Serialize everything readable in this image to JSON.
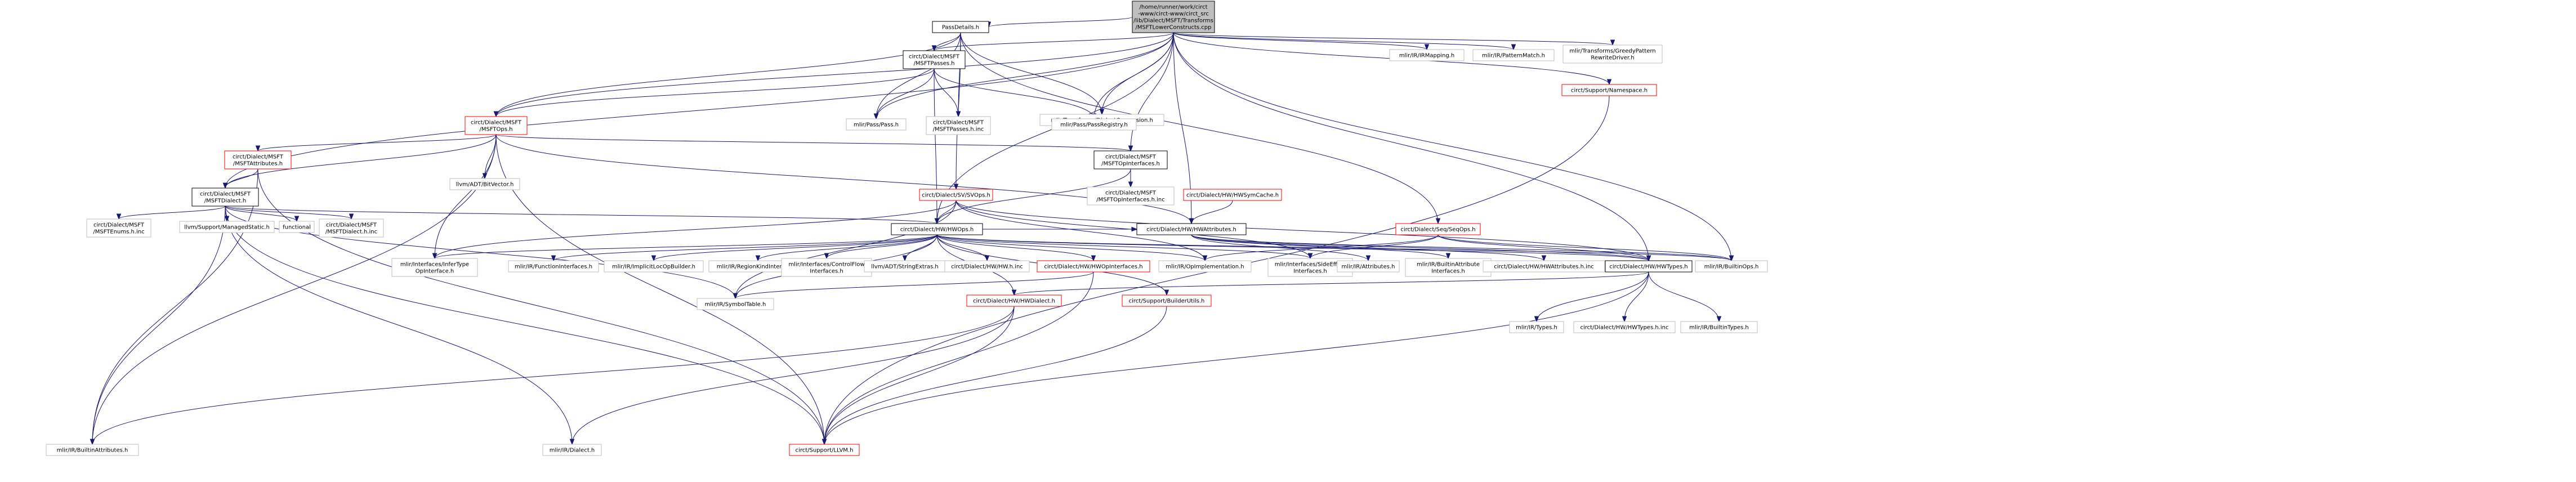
{
  "colors": {
    "edge": "#191970",
    "root_fill": "#bfbfbf",
    "normal_border": "#000000",
    "incomplete_border": "#ff0000",
    "external_border": "#bfbfbf",
    "background": "#ffffff"
  },
  "nodes": [
    {
      "id": "root",
      "lines": [
        "/home/runner/work/circt",
        "-www/circt-www/circt_src",
        "/lib/Dialect/MSFT/Transforms",
        "/MSFTLowerConstructs.cpp"
      ],
      "style": "root"
    },
    {
      "id": "passdetails",
      "lines": [
        "PassDetails.h"
      ],
      "style": "link"
    },
    {
      "id": "irmapping",
      "lines": [
        "mlir/IR/IRMapping.h"
      ],
      "style": "ext"
    },
    {
      "id": "patternmatch",
      "lines": [
        "mlir/IR/PatternMatch.h"
      ],
      "style": "ext"
    },
    {
      "id": "greedy",
      "lines": [
        "mlir/Transforms/GreedyPattern",
        "RewriteDriver.h"
      ],
      "style": "ext"
    },
    {
      "id": "namespace",
      "lines": [
        "circt/Support/Namespace.h"
      ],
      "style": "red"
    },
    {
      "id": "msftpasses",
      "lines": [
        "circt/Dialect/MSFT",
        "/MSFTPasses.h"
      ],
      "style": "link"
    },
    {
      "id": "dialectconv",
      "lines": [
        "mlir/Transforms/DialectConversion.h"
      ],
      "style": "ext"
    },
    {
      "id": "msftops",
      "lines": [
        "circt/Dialect/MSFT",
        "/MSFTOps.h"
      ],
      "style": "red"
    },
    {
      "id": "pass",
      "lines": [
        "mlir/Pass/Pass.h"
      ],
      "style": "ext"
    },
    {
      "id": "msftpassesinc",
      "lines": [
        "circt/Dialect/MSFT",
        "/MSFTPasses.h.inc"
      ],
      "style": "ext"
    },
    {
      "id": "passregistry",
      "lines": [
        "mlir/Pass/PassRegistry.h"
      ],
      "style": "ext"
    },
    {
      "id": "msftattrs",
      "lines": [
        "circt/Dialect/MSFT",
        "/MSFTAttributes.h"
      ],
      "style": "red"
    },
    {
      "id": "bitvector",
      "lines": [
        "llvm/ADT/BitVector.h"
      ],
      "style": "ext"
    },
    {
      "id": "msftopifaces",
      "lines": [
        "circt/Dialect/MSFT",
        "/MSFTOpInterfaces.h"
      ],
      "style": "link"
    },
    {
      "id": "msftdialect",
      "lines": [
        "circt/Dialect/MSFT",
        "/MSFTDialect.h"
      ],
      "style": "link"
    },
    {
      "id": "msftopifacesinc",
      "lines": [
        "circt/Dialect/MSFT",
        "/MSFTOpInterfaces.h.inc"
      ],
      "style": "ext"
    },
    {
      "id": "hwsymcache",
      "lines": [
        "circt/Dialect/HW/HWSymCache.h"
      ],
      "style": "red"
    },
    {
      "id": "svops",
      "lines": [
        "circt/Dialect/SV/SVOps.h"
      ],
      "style": "red"
    },
    {
      "id": "seqops",
      "lines": [
        "circt/Dialect/Seq/SeqOps.h"
      ],
      "style": "red"
    },
    {
      "id": "msftenums",
      "lines": [
        "circt/Dialect/MSFT",
        "/MSFTEnums.h.inc"
      ],
      "style": "ext"
    },
    {
      "id": "managedstatic",
      "lines": [
        "llvm/Support/ManagedStatic.h"
      ],
      "style": "ext"
    },
    {
      "id": "functional",
      "lines": [
        "functional"
      ],
      "style": "ext"
    },
    {
      "id": "msftdialectinc",
      "lines": [
        "circt/Dialect/MSFT",
        "/MSFTDialect.h.inc"
      ],
      "style": "ext"
    },
    {
      "id": "hwops",
      "lines": [
        "circt/Dialect/HW/HWOps.h"
      ],
      "style": "link"
    },
    {
      "id": "hwattrs",
      "lines": [
        "circt/Dialect/HW/HWAttributes.h"
      ],
      "style": "link"
    },
    {
      "id": "infertype",
      "lines": [
        "mlir/Interfaces/InferType",
        "OpInterface.h"
      ],
      "style": "ext"
    },
    {
      "id": "funcifaces",
      "lines": [
        "mlir/IR/FunctionInterfaces.h"
      ],
      "style": "ext"
    },
    {
      "id": "implicitloc",
      "lines": [
        "mlir/IR/ImplicitLocOpBuilder.h"
      ],
      "style": "ext"
    },
    {
      "id": "regionkind",
      "lines": [
        "mlir/IR/RegionKindInterface.h"
      ],
      "style": "ext"
    },
    {
      "id": "controlflow",
      "lines": [
        "mlir/Interfaces/ControlFlow",
        "Interfaces.h"
      ],
      "style": "ext"
    },
    {
      "id": "stringextras",
      "lines": [
        "llvm/ADT/StringExtras.h"
      ],
      "style": "ext"
    },
    {
      "id": "hwhinc",
      "lines": [
        "circt/Dialect/HW/HW.h.inc"
      ],
      "style": "ext"
    },
    {
      "id": "hwopifaces",
      "lines": [
        "circt/Dialect/HW/HWOpInterfaces.h"
      ],
      "style": "red"
    },
    {
      "id": "opimpl",
      "lines": [
        "mlir/IR/OpImplementation.h"
      ],
      "style": "ext"
    },
    {
      "id": "sideeffect",
      "lines": [
        "mlir/Interfaces/SideEffect",
        "Interfaces.h"
      ],
      "style": "ext"
    },
    {
      "id": "irattrs",
      "lines": [
        "mlir/IR/Attributes.h"
      ],
      "style": "ext"
    },
    {
      "id": "builtinattrifaces",
      "lines": [
        "mlir/IR/BuiltinAttribute",
        "Interfaces.h"
      ],
      "style": "ext"
    },
    {
      "id": "hwattrsinc",
      "lines": [
        "circt/Dialect/HW/HWAttributes.h.inc"
      ],
      "style": "ext"
    },
    {
      "id": "hwtypes",
      "lines": [
        "circt/Dialect/HW/HWTypes.h"
      ],
      "style": "link"
    },
    {
      "id": "builtinops",
      "lines": [
        "mlir/IR/BuiltinOps.h"
      ],
      "style": "ext"
    },
    {
      "id": "symboltable",
      "lines": [
        "mlir/IR/SymbolTable.h"
      ],
      "style": "ext"
    },
    {
      "id": "hwdialect",
      "lines": [
        "circt/Dialect/HW/HWDialect.h"
      ],
      "style": "red"
    },
    {
      "id": "builderutils",
      "lines": [
        "circt/Support/BuilderUtils.h"
      ],
      "style": "red"
    },
    {
      "id": "irtypes",
      "lines": [
        "mlir/IR/Types.h"
      ],
      "style": "ext"
    },
    {
      "id": "hwtypesinc",
      "lines": [
        "circt/Dialect/HW/HWTypes.h.inc"
      ],
      "style": "ext"
    },
    {
      "id": "builtintypes",
      "lines": [
        "mlir/IR/BuiltinTypes.h"
      ],
      "style": "ext"
    },
    {
      "id": "builtinattrs",
      "lines": [
        "mlir/IR/BuiltinAttributes.h"
      ],
      "style": "ext"
    },
    {
      "id": "irdialect",
      "lines": [
        "mlir/IR/Dialect.h"
      ],
      "style": "ext"
    },
    {
      "id": "llvmh",
      "lines": [
        "circt/Support/LLVM.h"
      ],
      "style": "red"
    }
  ],
  "edges": [
    [
      "root",
      "passdetails"
    ],
    [
      "root",
      "irmapping"
    ],
    [
      "root",
      "patternmatch"
    ],
    [
      "root",
      "greedy"
    ],
    [
      "root",
      "namespace"
    ],
    [
      "root",
      "msftpasses"
    ],
    [
      "root",
      "dialectconv"
    ],
    [
      "root",
      "msftops"
    ],
    [
      "root",
      "pass"
    ],
    [
      "root",
      "passregistry"
    ],
    [
      "root",
      "msftopifaces"
    ],
    [
      "root",
      "msftdialect"
    ],
    [
      "root",
      "hwops"
    ],
    [
      "root",
      "hwattrs"
    ],
    [
      "root",
      "hwtypes"
    ],
    [
      "root",
      "builtinops"
    ],
    [
      "passdetails",
      "msftpasses"
    ],
    [
      "passdetails",
      "msftops"
    ],
    [
      "passdetails",
      "pass"
    ],
    [
      "passdetails",
      "dialectconv"
    ],
    [
      "passdetails",
      "msftpassesinc"
    ],
    [
      "passdetails",
      "svops"
    ],
    [
      "passdetails",
      "seqops"
    ],
    [
      "msftpasses",
      "msftops"
    ],
    [
      "msftpasses",
      "pass"
    ],
    [
      "msftpasses",
      "passregistry"
    ],
    [
      "msftpasses",
      "msftpassesinc"
    ],
    [
      "msftpasses",
      "hwops"
    ],
    [
      "msftops",
      "msftattrs"
    ],
    [
      "msftops",
      "bitvector"
    ],
    [
      "msftops",
      "msftopifaces"
    ],
    [
      "msftops",
      "msftdialect"
    ],
    [
      "msftops",
      "hwattrs"
    ],
    [
      "msftops",
      "infertype"
    ],
    [
      "msftops",
      "builtinattrs"
    ],
    [
      "msftops",
      "llvmh"
    ],
    [
      "msftattrs",
      "msftdialect"
    ],
    [
      "msftattrs",
      "builtinattrs"
    ],
    [
      "msftattrs",
      "llvmh"
    ],
    [
      "msftopifaces",
      "msftopifacesinc"
    ],
    [
      "msftopifaces",
      "hwops"
    ],
    [
      "hwsymcache",
      "hwattrs"
    ],
    [
      "msftdialect",
      "msftenums"
    ],
    [
      "msftdialect",
      "managedstatic"
    ],
    [
      "msftdialect",
      "functional"
    ],
    [
      "msftdialect",
      "msftdialectinc"
    ],
    [
      "msftdialect",
      "hwops"
    ],
    [
      "msftdialect",
      "builtinattrs"
    ],
    [
      "msftdialect",
      "irdialect"
    ],
    [
      "msftdialect",
      "llvmh"
    ],
    [
      "msftdialect",
      "symboltable"
    ],
    [
      "svops",
      "hwops"
    ],
    [
      "svops",
      "hwtypes"
    ],
    [
      "svops",
      "infertype"
    ],
    [
      "svops",
      "opimpl"
    ],
    [
      "svops",
      "symboltable"
    ],
    [
      "svops",
      "sideeffect"
    ],
    [
      "seqops",
      "opimpl"
    ],
    [
      "seqops",
      "sideeffect"
    ],
    [
      "seqops",
      "hwtypes"
    ],
    [
      "seqops",
      "builtinops"
    ],
    [
      "hwops",
      "infertype"
    ],
    [
      "hwops",
      "funcifaces"
    ],
    [
      "hwops",
      "implicitloc"
    ],
    [
      "hwops",
      "regionkind"
    ],
    [
      "hwops",
      "controlflow"
    ],
    [
      "hwops",
      "stringextras"
    ],
    [
      "hwops",
      "hwhinc"
    ],
    [
      "hwops",
      "hwopifaces"
    ],
    [
      "hwops",
      "opimpl"
    ],
    [
      "hwops",
      "sideeffect"
    ],
    [
      "hwops",
      "hwtypes"
    ],
    [
      "hwops",
      "hwattrs"
    ],
    [
      "hwops",
      "builtinops"
    ],
    [
      "hwops",
      "symboltable"
    ],
    [
      "hwops",
      "hwdialect"
    ],
    [
      "hwops",
      "builderutils"
    ],
    [
      "hwattrs",
      "irattrs"
    ],
    [
      "hwattrs",
      "builtinattrifaces"
    ],
    [
      "hwattrs",
      "hwattrsinc"
    ],
    [
      "hwattrs",
      "hwtypes"
    ],
    [
      "hwattrs",
      "builtinops"
    ],
    [
      "hwopifaces",
      "symboltable"
    ],
    [
      "hwopifaces",
      "llvmh"
    ],
    [
      "hwtypes",
      "irtypes"
    ],
    [
      "hwtypes",
      "hwtypesinc"
    ],
    [
      "hwtypes",
      "builtintypes"
    ],
    [
      "hwtypes",
      "hwdialect"
    ],
    [
      "hwtypes",
      "llvmh"
    ],
    [
      "hwdialect",
      "builtinattrs"
    ],
    [
      "hwdialect",
      "irdialect"
    ],
    [
      "hwdialect",
      "llvmh"
    ],
    [
      "builderutils",
      "llvmh"
    ],
    [
      "namespace",
      "llvmh"
    ]
  ]
}
